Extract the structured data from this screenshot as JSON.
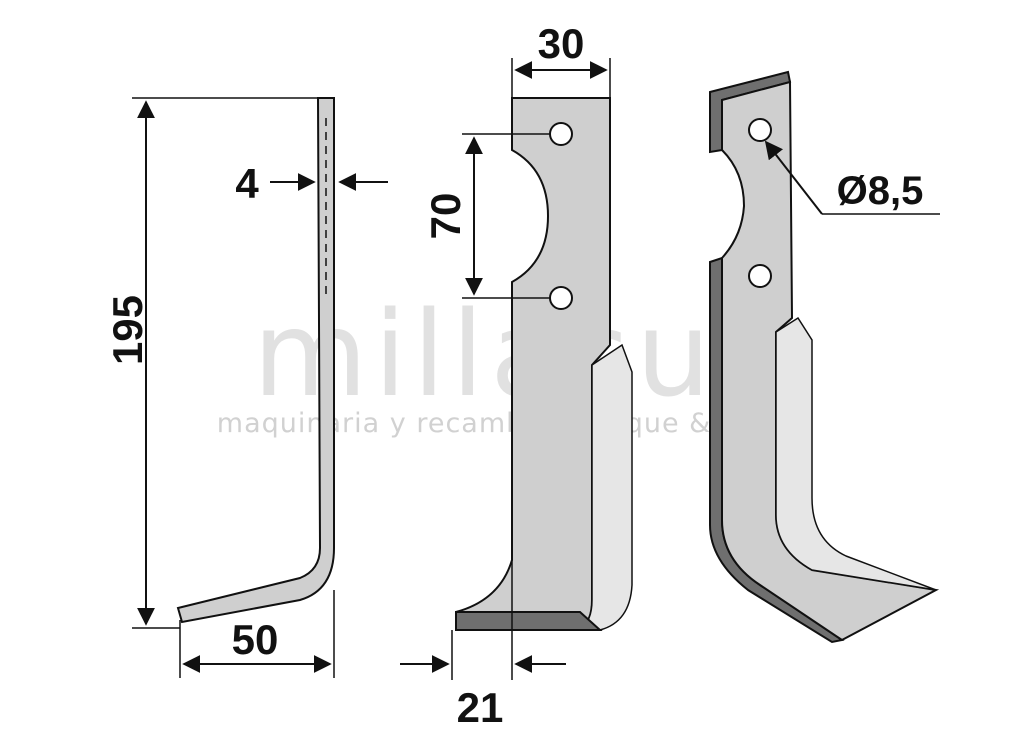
{
  "watermark": {
    "brand": "millasur",
    "tagline": "maquinaria y recambios bosque & jardín"
  },
  "dimensions": {
    "height": "195",
    "thickness": "4",
    "bottom_width": "50",
    "top_width": "30",
    "hole_spacing": "70",
    "edge_offset": "21",
    "hole_diameter": "Ø8,5"
  }
}
